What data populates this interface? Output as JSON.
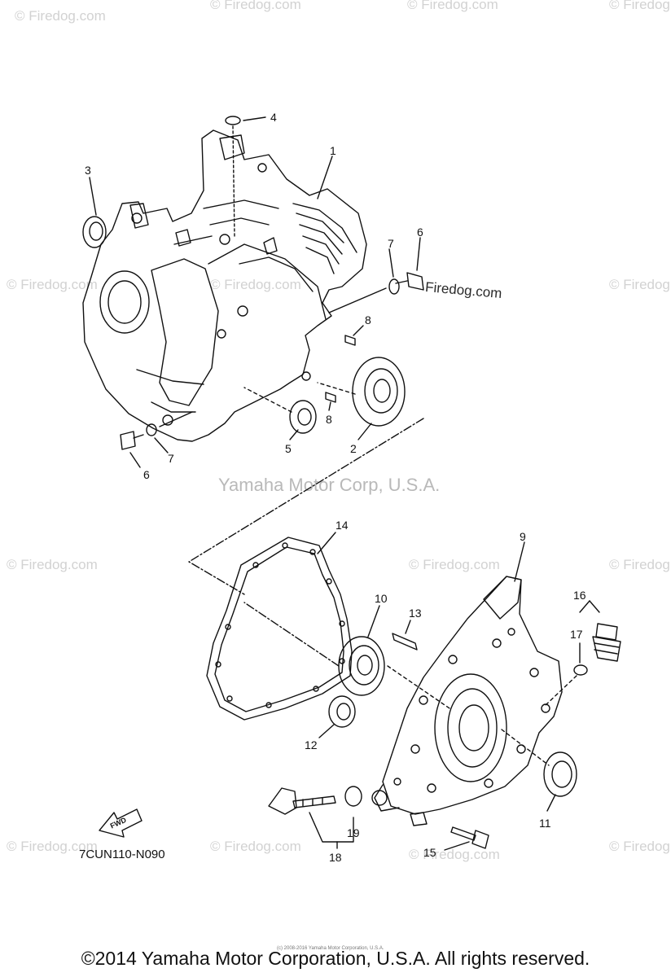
{
  "watermarks": {
    "firedog": "© Firedog.com",
    "firedog_short": "Firedog.com",
    "center": "Yamaha Motor Corp, U.S.A."
  },
  "diagram": {
    "ref_code": "7CUN110-N090",
    "fwd_label": "FWD",
    "part_numbers": {
      "p1": "1",
      "p2": "2",
      "p3": "3",
      "p4": "4",
      "p5": "5",
      "p6": "6",
      "p7": "7",
      "p8": "8",
      "p9": "9",
      "p10": "10",
      "p11": "11",
      "p12": "12",
      "p13": "13",
      "p14": "14",
      "p15": "15",
      "p16": "16",
      "p17": "17",
      "p18": "18",
      "p19": "19"
    }
  },
  "footer": {
    "copyright": "©2014 Yamaha Motor Corporation, U.S.A. All rights reserved.",
    "tiny": "(c) 2008-2016 Yamaha Motor Corporation, U.S.A."
  },
  "colors": {
    "line": "#111111",
    "watermark": "#d2d2d2"
  }
}
